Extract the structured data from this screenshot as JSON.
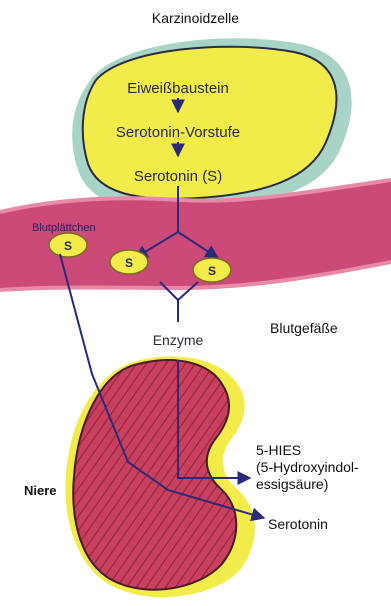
{
  "title": "Karzinoidzelle",
  "cell": {
    "steps": [
      "Eiweißbaustein",
      "Serotonin-Vorstufe",
      "Serotonin (S)"
    ]
  },
  "vessel": {
    "platelets_label": "Blutplättchen",
    "platelet_mark": "S",
    "enzyme_label": "Enzyme",
    "vessel_label": "Blutgefäße"
  },
  "kidney": {
    "label": "Niere",
    "metabolite_lines": [
      "5-HIES",
      "(5-Hydroxyindol-",
      "essigsäure)"
    ],
    "serotonin_label": "Serotonin"
  },
  "colors": {
    "cell_yellow": "#f2ec4a",
    "cell_teal": "#a8d4c8",
    "vessel_pink": "#cc4a78",
    "kidney_red": "#c8405e",
    "arrow_navy": "#2a2a7a"
  }
}
